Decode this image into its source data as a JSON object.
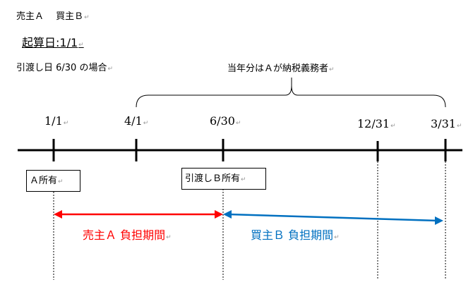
{
  "header": {
    "parties": "売主Ａ　 買主Ｂ",
    "reckoning_date": "起算日:1/1",
    "handover_case": "引渡し日 6/30 の場合",
    "brace_label": "当年分はＡが納税義務者"
  },
  "timeline": {
    "ticks": [
      "1/1",
      "4/1",
      "6/30",
      "12/31",
      "3/31"
    ]
  },
  "boxes": {
    "a_owned": "Ａ所有",
    "handover_b_owned": "引渡しＢ所有"
  },
  "periods": {
    "seller": {
      "label": "売主Ａ 負担期間",
      "color": "#ff0000"
    },
    "buyer": {
      "label": "買主Ｂ 負担期間",
      "color": "#0070c0"
    }
  },
  "return_mark": "↵"
}
